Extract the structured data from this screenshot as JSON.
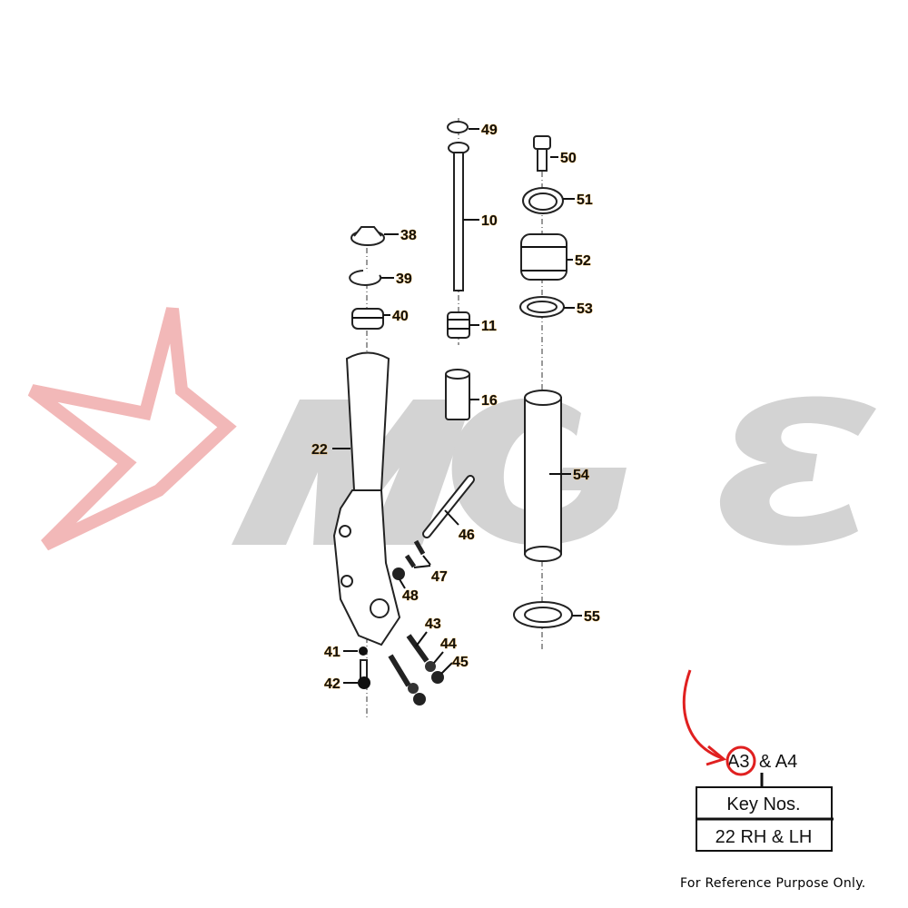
{
  "watermark": {
    "logo_text": "MGE",
    "star_color": "#f2b8b8",
    "letter_color": "#d3d3d3"
  },
  "callouts": [
    "49",
    "50",
    "10",
    "51",
    "38",
    "39",
    "52",
    "53",
    "40",
    "11",
    "16",
    "22",
    "54",
    "46",
    "47",
    "48",
    "55",
    "43",
    "44",
    "41",
    "45",
    "42"
  ],
  "reference_box": {
    "heading_a": "A3",
    "heading_b": "& A4",
    "row1": "Key Nos.",
    "row2": "22 RH & LH",
    "highlight_color": "#e02020"
  },
  "footer": "For Reference Purpose Only."
}
